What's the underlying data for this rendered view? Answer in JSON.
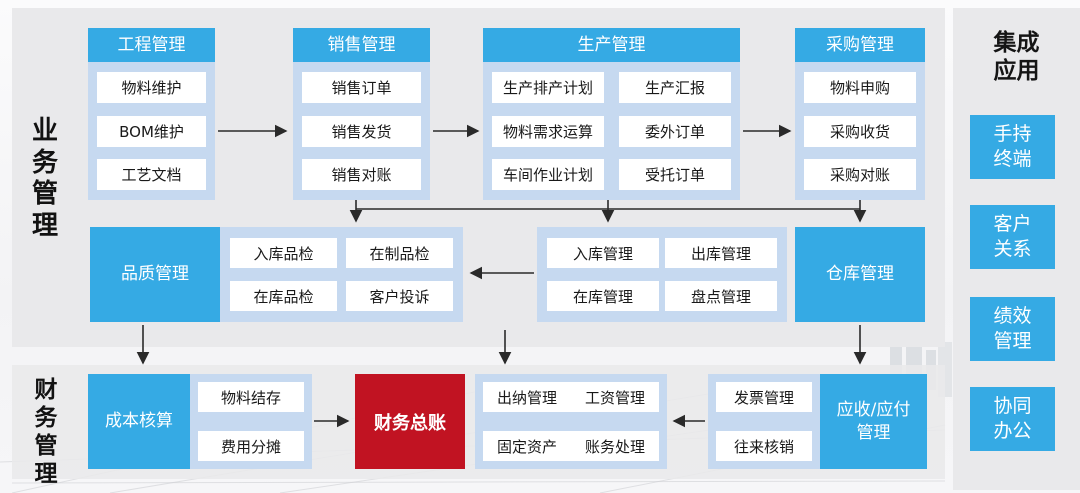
{
  "colors": {
    "blue": "#35aae4",
    "light_blue": "#c6d9f0",
    "red": "#c11322",
    "panel": "#e9e9eb",
    "arrow": "#2a2a2a"
  },
  "section_labels": {
    "business": "业务管理",
    "finance": "财务管理"
  },
  "top_groups": [
    {
      "title": "工程管理",
      "items": [
        "物料维护",
        "BOM维护",
        "工艺文档"
      ]
    },
    {
      "title": "销售管理",
      "items": [
        "销售订单",
        "销售发货",
        "销售对账"
      ]
    },
    {
      "title": "生产管理",
      "items": [
        "生产排产计划",
        "生产汇报",
        "物料需求运算",
        "委外订单",
        "车间作业计划",
        "受托订单"
      ]
    },
    {
      "title": "采购管理",
      "items": [
        "物料申购",
        "采购收货",
        "采购对账"
      ]
    }
  ],
  "middle_row": {
    "quality_title": "品质管理",
    "quality_items": [
      "入库品检",
      "在制品检",
      "在库品检",
      "客户投诉"
    ],
    "warehouse_items": [
      "入库管理",
      "出库管理",
      "在库管理",
      "盘点管理"
    ],
    "warehouse_title": "仓库管理"
  },
  "finance_row": {
    "cost_title": "成本核算",
    "cost_items": [
      "物料结存",
      "费用分摊"
    ],
    "ledger_title": "财务总账",
    "ledger_items": [
      "出纳管理",
      "工资管理",
      "固定资产",
      "账务处理"
    ],
    "ap_items": [
      "发票管理",
      "往来核销"
    ],
    "ap_title_line1": "应收/应付",
    "ap_title_line2": "管理"
  },
  "right_panel": {
    "title_line1": "集成",
    "title_line2": "应用",
    "items": [
      {
        "line1": "手持",
        "line2": "终端"
      },
      {
        "line1": "客户",
        "line2": "关系"
      },
      {
        "line1": "绩效",
        "line2": "管理"
      },
      {
        "line1": "协同",
        "line2": "办公"
      }
    ]
  }
}
